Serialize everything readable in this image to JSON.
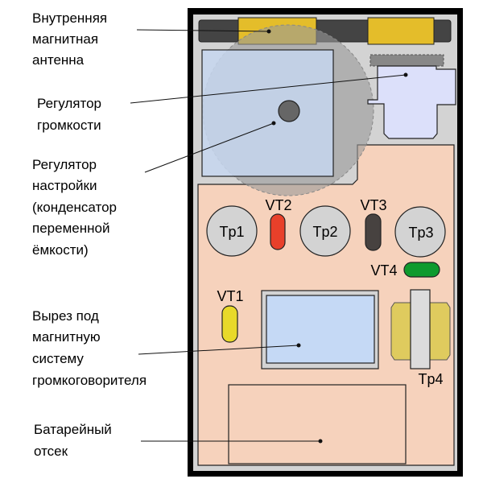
{
  "labels": {
    "antenna": [
      "Внутренняя",
      "магнитная",
      "антенна"
    ],
    "volume": [
      "Регулятор",
      "громкости"
    ],
    "tuning": [
      "Регулятор",
      "настройки",
      "(конденсатор",
      "переменной",
      "ёмкости)"
    ],
    "speaker_cutout": [
      "Вырез под",
      "магнитную",
      "систему",
      "громкоговорителя"
    ],
    "battery": [
      "Батарейный",
      "отсек"
    ]
  },
  "components": {
    "tp1": "Tp1",
    "tp2": "Tp2",
    "tp3": "Tp3",
    "tp4": "Tp4",
    "vt1": "VT1",
    "vt2": "VT2",
    "vt3": "VT3",
    "vt4": "VT4"
  },
  "colors": {
    "case": "#000000",
    "board": "#f6d2bc",
    "antenna_rod": "#444444",
    "antenna_coil": "#e4bd2a",
    "vt1": "#e8d92a",
    "vt2": "#e8402a",
    "vt3": "#474240",
    "vt4": "#0e9a2e"
  }
}
